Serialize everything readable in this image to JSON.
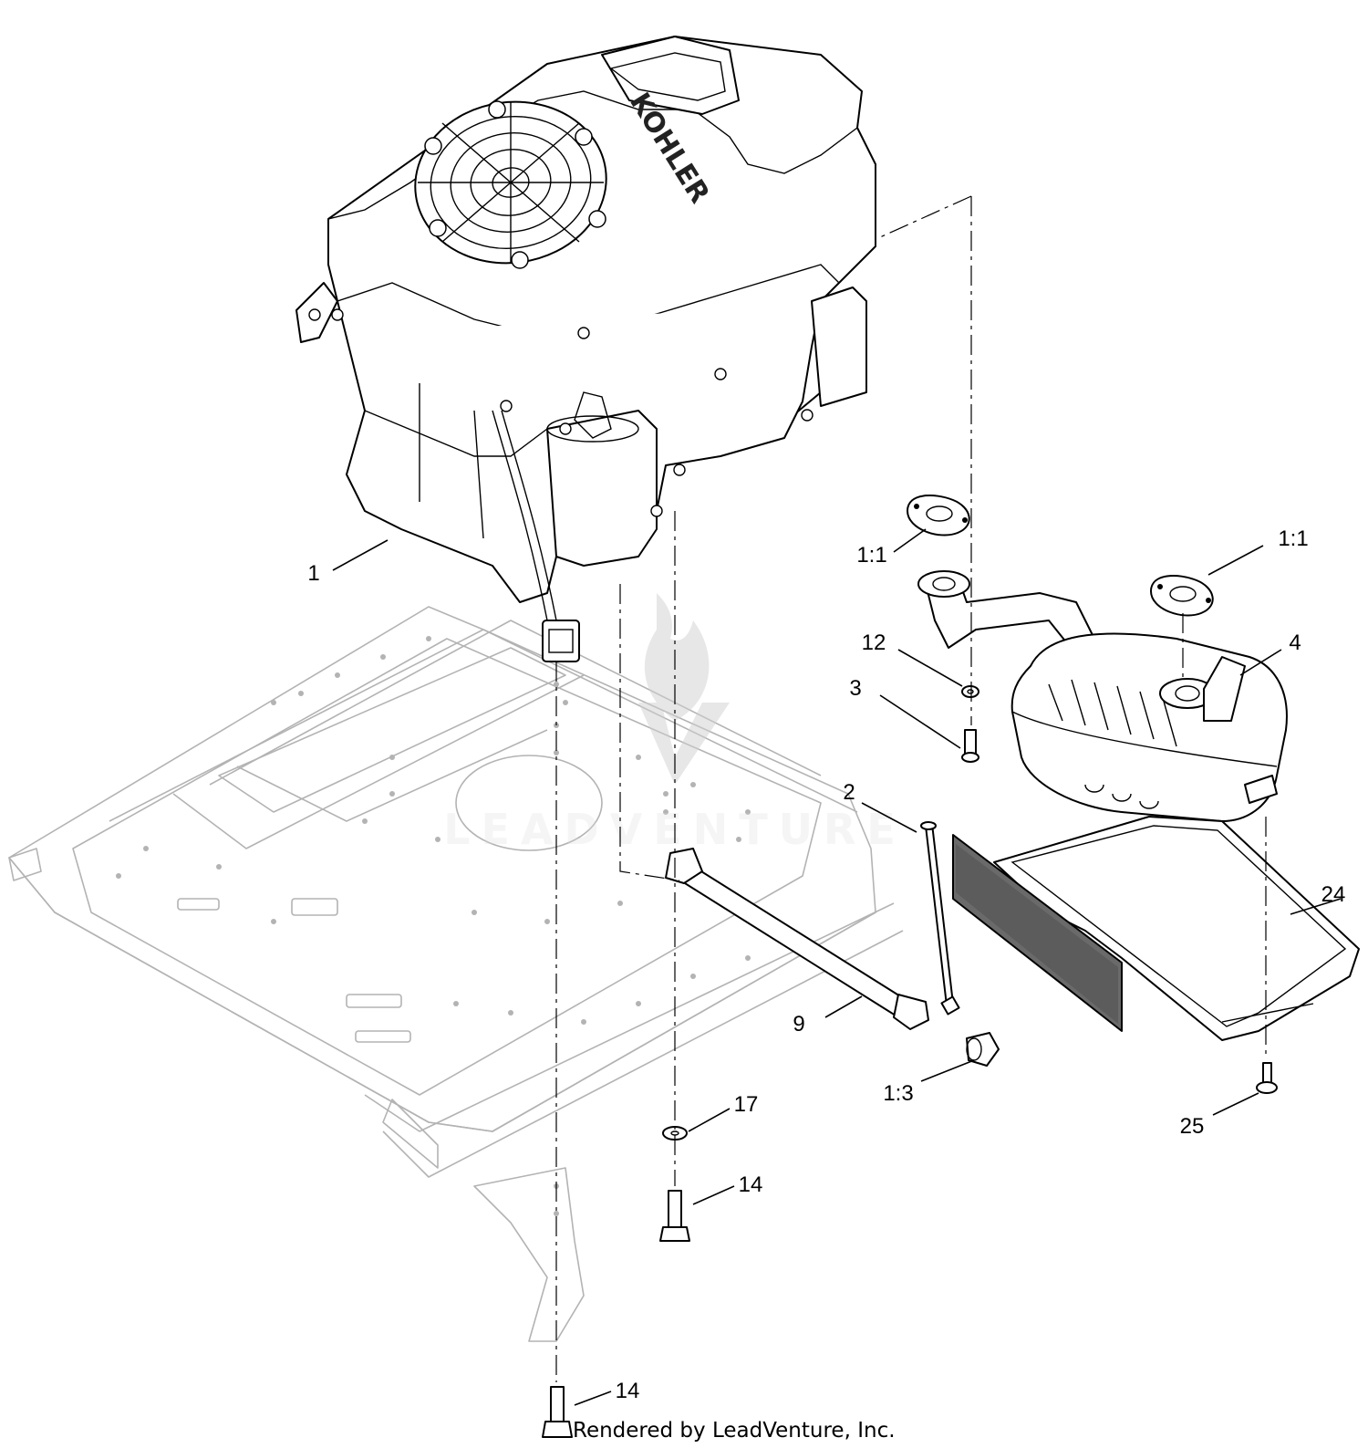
{
  "engine": {
    "brand_text": "KOHLER"
  },
  "watermark": {
    "text": "LEADVENTURE"
  },
  "footer": {
    "text": "Rendered by LeadVenture, Inc."
  },
  "callouts": [
    {
      "id": "callout-1",
      "label": "1"
    },
    {
      "id": "callout-1-1-a",
      "label": "1:1"
    },
    {
      "id": "callout-1-1-b",
      "label": "1:1"
    },
    {
      "id": "callout-4",
      "label": "4"
    },
    {
      "id": "callout-12",
      "label": "12"
    },
    {
      "id": "callout-3",
      "label": "3"
    },
    {
      "id": "callout-2",
      "label": "2"
    },
    {
      "id": "callout-24",
      "label": "24"
    },
    {
      "id": "callout-9",
      "label": "9"
    },
    {
      "id": "callout-1-3",
      "label": "1:3"
    },
    {
      "id": "callout-25",
      "label": "25"
    },
    {
      "id": "callout-17",
      "label": "17"
    },
    {
      "id": "callout-14-a",
      "label": "14"
    },
    {
      "id": "callout-14-b",
      "label": "14"
    }
  ]
}
